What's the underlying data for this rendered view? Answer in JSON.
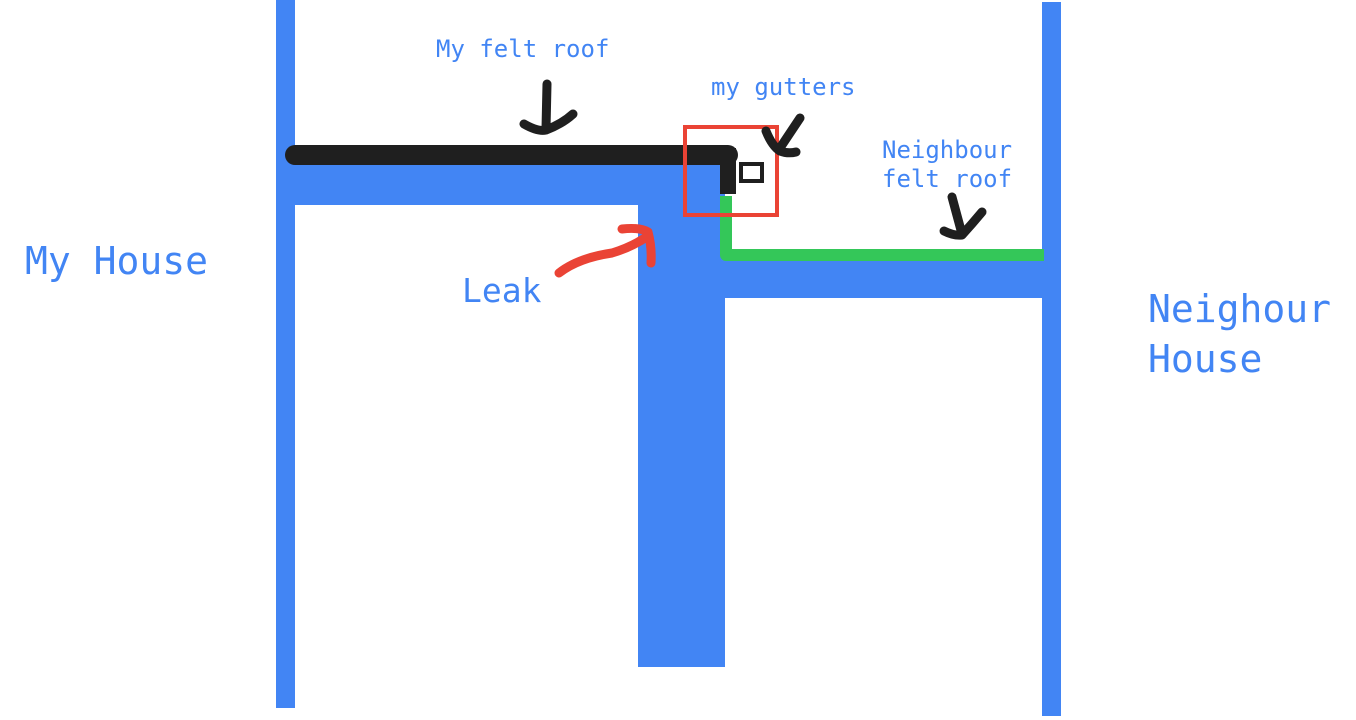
{
  "diagram": {
    "labels": {
      "my_felt_roof": "My felt roof",
      "my_gutters": "my gutters",
      "neighbour_felt_roof": "Neighbour\nfelt roof",
      "leak": "Leak",
      "my_house": "My House",
      "neighbour_house": "Neighour\nHouse"
    },
    "colors": {
      "wall": "#4285f4",
      "my_roof": "#1f1f1f",
      "neighbour_roof": "#34c759",
      "highlight_box": "#ea4335",
      "leak_arrow": "#ea4335",
      "pointer_arrow": "#1f1f1f",
      "text": "#4285f4"
    },
    "icons": {
      "pointer": "down-arrow-icon",
      "leak_pointer": "curved-arrow-icon",
      "gutter": "gutter-box-icon"
    }
  }
}
